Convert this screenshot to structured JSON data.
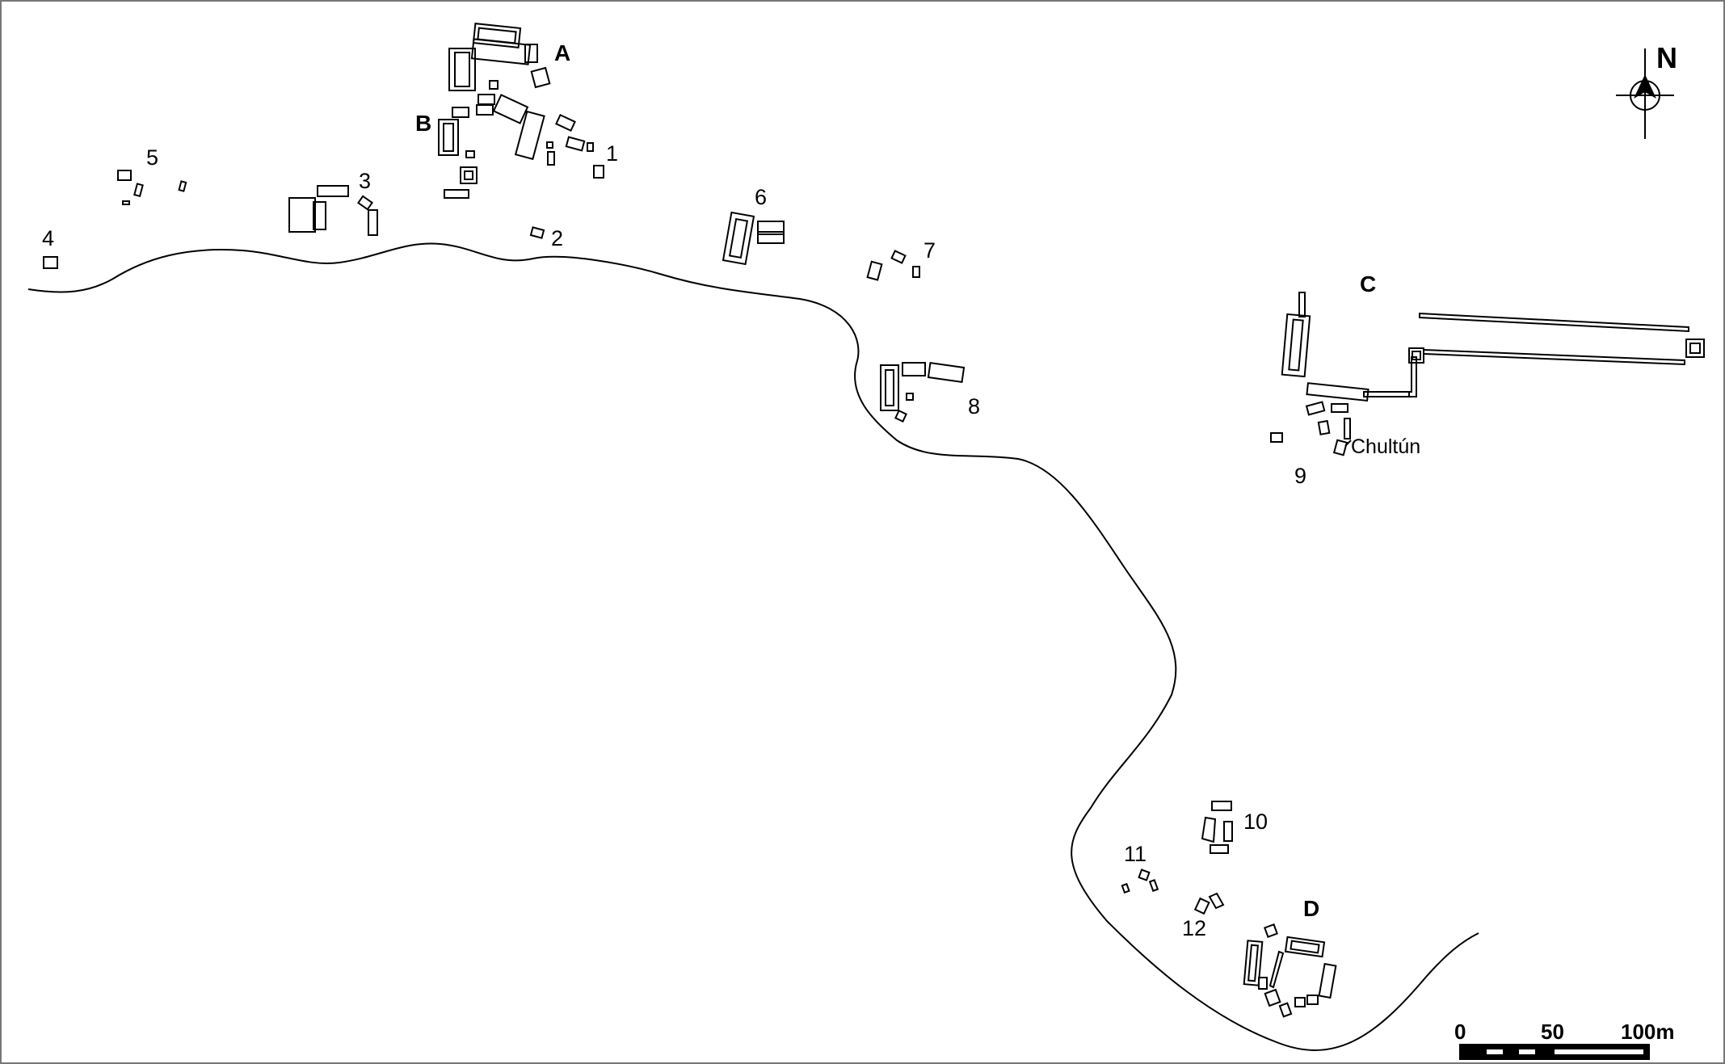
{
  "map": {
    "north_label": "N",
    "group_labels": {
      "a": "A",
      "b": "B",
      "c": "C",
      "d": "D"
    },
    "structure_labels": {
      "s1": "1",
      "s2": "2",
      "s3": "3",
      "s4": "4",
      "s5": "5",
      "s6": "6",
      "s7": "7",
      "s8": "8",
      "s9": "9",
      "s10": "10",
      "s11": "11",
      "s12": "12"
    },
    "feature_labels": {
      "chultun": "Chultún"
    },
    "scale_bar": {
      "labels": [
        "0",
        "50",
        "100m"
      ]
    }
  }
}
